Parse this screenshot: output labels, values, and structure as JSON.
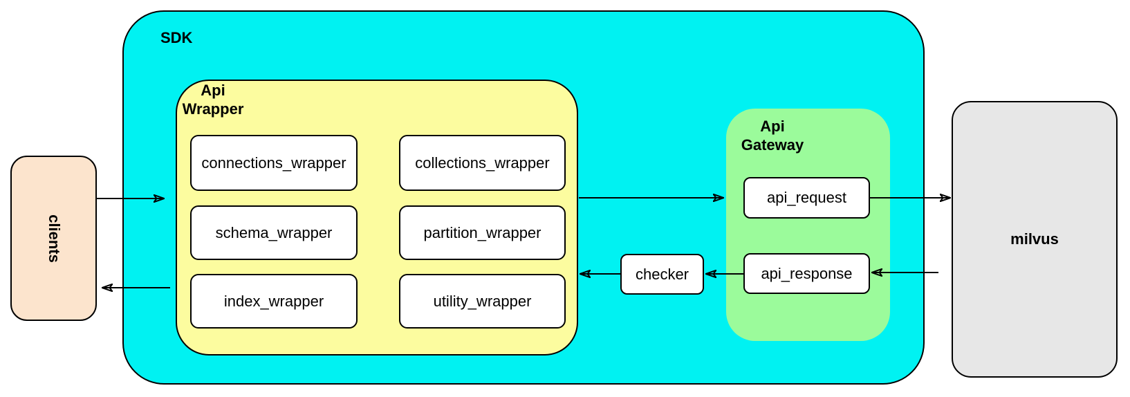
{
  "diagram": {
    "clients": {
      "label": "clients"
    },
    "sdk": {
      "label": "SDK"
    },
    "api_wrapper": {
      "label": "Api\nWrapper",
      "boxes": [
        {
          "label": "connections_wrapper"
        },
        {
          "label": "collections_wrapper"
        },
        {
          "label": "schema_wrapper"
        },
        {
          "label": "partition_wrapper"
        },
        {
          "label": "index_wrapper"
        },
        {
          "label": "utility_wrapper"
        }
      ]
    },
    "api_gateway": {
      "label": "Api\nGateway",
      "boxes": [
        {
          "label": "api_request"
        },
        {
          "label": "api_response"
        }
      ]
    },
    "checker": {
      "label": "checker"
    },
    "milvus": {
      "label": "milvus"
    },
    "edges": [
      {
        "from": "clients",
        "to": "SDK"
      },
      {
        "from": "SDK",
        "to": "clients"
      },
      {
        "from": "Api Wrapper",
        "to": "Api Gateway"
      },
      {
        "from": "api_request",
        "to": "milvus"
      },
      {
        "from": "milvus",
        "to": "api_response"
      },
      {
        "from": "api_response",
        "to": "checker"
      },
      {
        "from": "checker",
        "to": "Api Wrapper"
      }
    ],
    "colors": {
      "sdk_fill": "#00F2F2",
      "api_wrapper_fill": "#FCFC9F",
      "api_gateway_fill": "#9BFB9B",
      "clients_fill": "#FCE4CD",
      "milvus_fill": "#E7E7E7",
      "node_fill": "#FFFFFF",
      "stroke": "#000000"
    }
  }
}
